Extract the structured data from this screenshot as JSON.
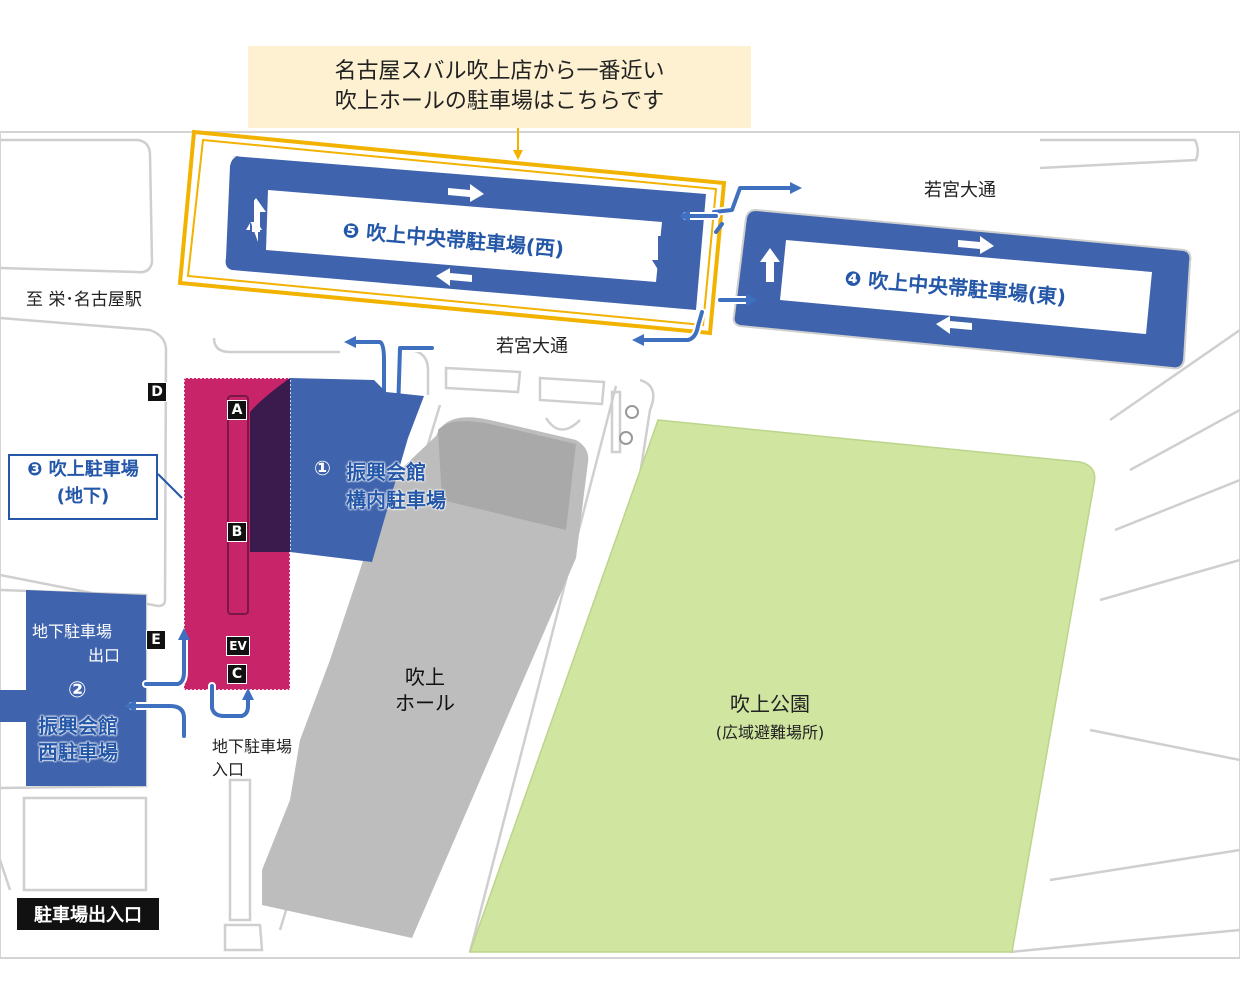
{
  "callout": {
    "line1": "名古屋スバル吹上店から一番近い",
    "line2": "吹上ホールの駐車場はこちらです"
  },
  "streets": {
    "wakamiya_top": "若宮大通",
    "wakamiya_mid": "若宮大通",
    "to_station": "至 栄･名古屋駅"
  },
  "lots": {
    "lot5": {
      "number": "❺",
      "name": "吹上中央帯駐車場(西)"
    },
    "lot4": {
      "number": "❹",
      "name": "吹上中央帯駐車場(東)"
    },
    "lot1": {
      "number": "①",
      "line1": "振興会館",
      "line2": "構内駐車場"
    },
    "lot2": {
      "number": "②",
      "line1": "振興会館",
      "line2": "西駐車場"
    },
    "lot3": {
      "line1": "❸ 吹上駐車場",
      "line2": "(地下)"
    }
  },
  "markers": {
    "A": "A",
    "B": "B",
    "C": "C",
    "D": "D",
    "E": "E",
    "EV": "EV"
  },
  "labels": {
    "underground_exit_l1": "地下駐車場",
    "underground_exit_l2": "出口",
    "underground_entrance_l1": "地下駐車場",
    "underground_entrance_l2": "入口",
    "hall_l1": "吹上",
    "hall_l2": "ホール",
    "park": "吹上公園",
    "park_sub": "(広域避難場所)",
    "parking_entrance": "駐車場出入口"
  },
  "colors": {
    "lot_blue": "#3f63ad",
    "road_blue": "#3f6fbf",
    "underground_magenta": "#c8246a",
    "overlap_dark": "#3b1b4d",
    "highlight_orange": "#f2b200",
    "callout_bg": "#fdf1d2",
    "park_green": "#cfe5a0",
    "hall_gray": "#bdbdbd"
  }
}
